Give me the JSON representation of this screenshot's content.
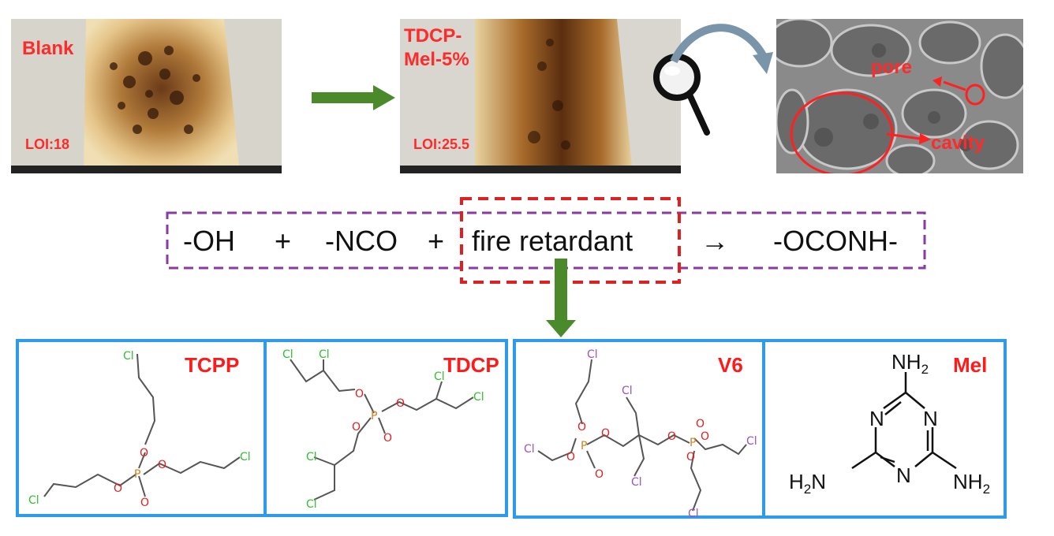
{
  "photos": {
    "blank": {
      "title": "Blank",
      "loi": "LOI:18"
    },
    "tdcp": {
      "title_line1": "TDCP-",
      "title_line2": "Mel-5%",
      "loi": "LOI:25.5"
    },
    "sem": {
      "pore_label": "pore",
      "cavity_label": "cavity"
    }
  },
  "equation": {
    "term1": "-OH",
    "plus1": "+",
    "term2": "-NCO",
    "plus2": "+",
    "term3": "fire retardant",
    "arrow": "→",
    "product": "-OCONH-"
  },
  "structures": [
    {
      "title": "TCPP"
    },
    {
      "title": "TDCP"
    },
    {
      "title": "V6"
    },
    {
      "title": "Mel"
    }
  ],
  "atoms": {
    "cl": "Cl",
    "o": "O",
    "p": "P",
    "n": "N",
    "nh2": "NH2",
    "h2n": "H2N"
  },
  "colors": {
    "label_red": "#ff2a2a",
    "box_blue": "#2e9bea",
    "arrow_green": "#4a8a2a",
    "dash_purple": "#8a3aa0",
    "dash_red": "#e02020",
    "chlorine_green": "#30c030",
    "chlorine_purple": "#a050c0"
  }
}
